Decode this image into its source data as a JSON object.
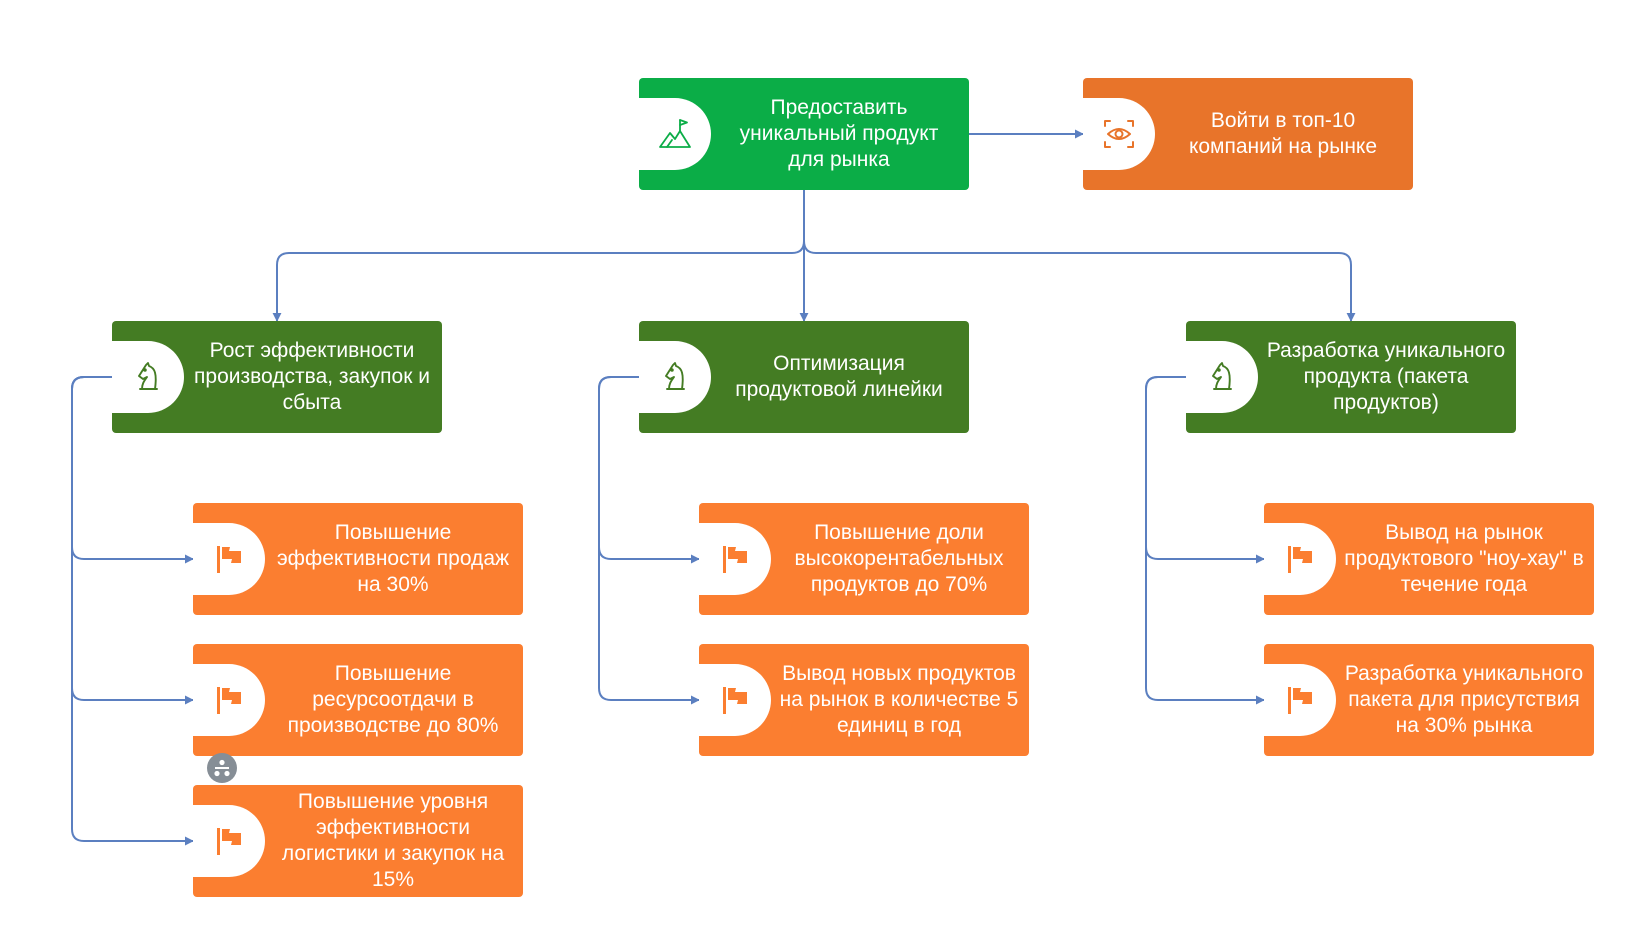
{
  "diagram": {
    "colors": {
      "goal": "#0bad47",
      "vision": "#e8742a",
      "strategy": "#447c23",
      "target": "#fb7e30",
      "connector": "#5b7fc0",
      "collapse_button": "#868e96"
    },
    "nodes": [
      {
        "id": "root",
        "text": "Предоставить уникальный продукт для рынка",
        "icon": "mountain-flag-icon"
      },
      {
        "id": "vision",
        "text": "Войти в топ-10 компаний на рынке",
        "icon": "eye-scan-icon"
      },
      {
        "id": "s1",
        "text": "Рост эффективности производства, закупок и сбыта",
        "icon": "chess-knight-icon"
      },
      {
        "id": "s2",
        "text": "Оптимизация продуктовой линейки",
        "icon": "chess-knight-icon"
      },
      {
        "id": "s3",
        "text": "Разработка уникального продукта (пакета продуктов)",
        "icon": "chess-knight-icon"
      },
      {
        "id": "t1",
        "text": "Повышение эффективности продаж на 30%",
        "icon": "flag-icon"
      },
      {
        "id": "t2",
        "text": "Повышение ресурсоотдачи в производстве до 80%",
        "icon": "flag-icon"
      },
      {
        "id": "t3",
        "text": "Повышение уровня эффективности логистики и закупок на 15%",
        "icon": "flag-icon"
      },
      {
        "id": "t4",
        "text": "Повышение доли высокорентабельных продуктов до 70%",
        "icon": "flag-icon"
      },
      {
        "id": "t5",
        "text": "Вывод новых продуктов на рынок в количестве 5 единиц в год",
        "icon": "flag-icon"
      },
      {
        "id": "t6",
        "text": "Вывод на рынок продуктового \"ноу-хау\" в течение года",
        "icon": "flag-icon"
      },
      {
        "id": "t7",
        "text": "Разработка уникального пакета для присутствия на 30% рынка",
        "icon": "flag-icon"
      }
    ],
    "edges": [
      {
        "from": "root",
        "to": "vision"
      },
      {
        "from": "root",
        "to": "s1"
      },
      {
        "from": "root",
        "to": "s2"
      },
      {
        "from": "root",
        "to": "s3"
      },
      {
        "from": "s1",
        "to": "t1"
      },
      {
        "from": "s1",
        "to": "t2"
      },
      {
        "from": "s1",
        "to": "t3"
      },
      {
        "from": "s2",
        "to": "t4"
      },
      {
        "from": "s2",
        "to": "t5"
      },
      {
        "from": "s3",
        "to": "t6"
      },
      {
        "from": "s3",
        "to": "t7"
      }
    ],
    "collapse_button_icon": "collapse-branch-icon"
  }
}
